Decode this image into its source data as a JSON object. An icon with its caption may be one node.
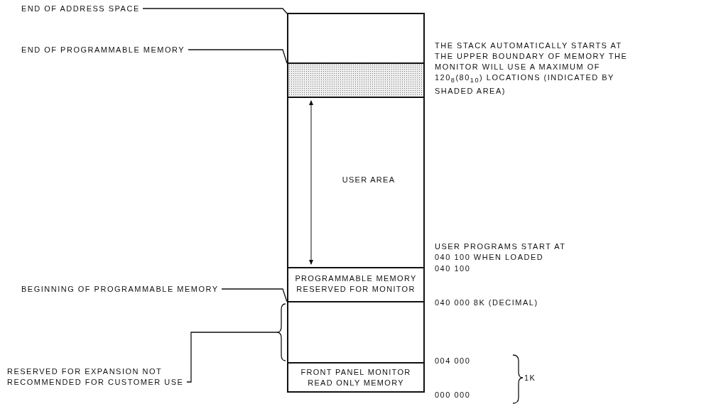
{
  "diagram": {
    "nodes": [
      {
        "text": [
          "END OF ADDRESS SPACE"
        ]
      },
      {
        "text": [],
        "shape": "box"
      },
      {
        "text": [
          "END OF PROGRAMMABLE MEMORY"
        ]
      },
      {
        "text": [],
        "shape": "box"
      },
      {
        "text": [
          "USER AREA"
        ]
      },
      {
        "text": [
          "PROGRAMMABLE MEMORY RESERVED FOR MONITOR"
        ]
      },
      {
        "text": [
          "BEGINNING OF PROGRAMMABLE MEMORY"
        ]
      },
      {
        "text": [],
        "shape": "box"
      },
      {
        "text": [
          "RESERVED FOR EXPANSION NOT RECOMMENDED FOR CUSTOMER USE"
        ]
      },
      {
        "text": [
          "FRONT PANEL MONITOR READ ONLY MEMORY"
        ]
      }
    ],
    "edges": [
      {
        "from": 0,
        "to": 1,
        "arrow": "none"
      },
      {
        "from": 2,
        "to": 3,
        "arrow": "none"
      },
      {
        "from": 6,
        "to": 5,
        "arrow": "none"
      },
      {
        "from": 8,
        "to": 7,
        "arrow": "none"
      }
    ],
    "labels": [
      "THE STACK AUTOMATICALLY STARTS AT THE UPPER BOUNDARY OF MEMORY THE MONITOR WILL USE A MAXIMUM OF 120$_{8}$(80$_{10}$) LOCATIONS (INDICATED BY SHADED AREA)",
      "USER PROGRAMS START AT 040 100 WHEN LOADED",
      "040 100",
      "040 000 8K (DECIMAL)",
      "004 000",
      "1K",
      "000 000"
    ]
  }
}
